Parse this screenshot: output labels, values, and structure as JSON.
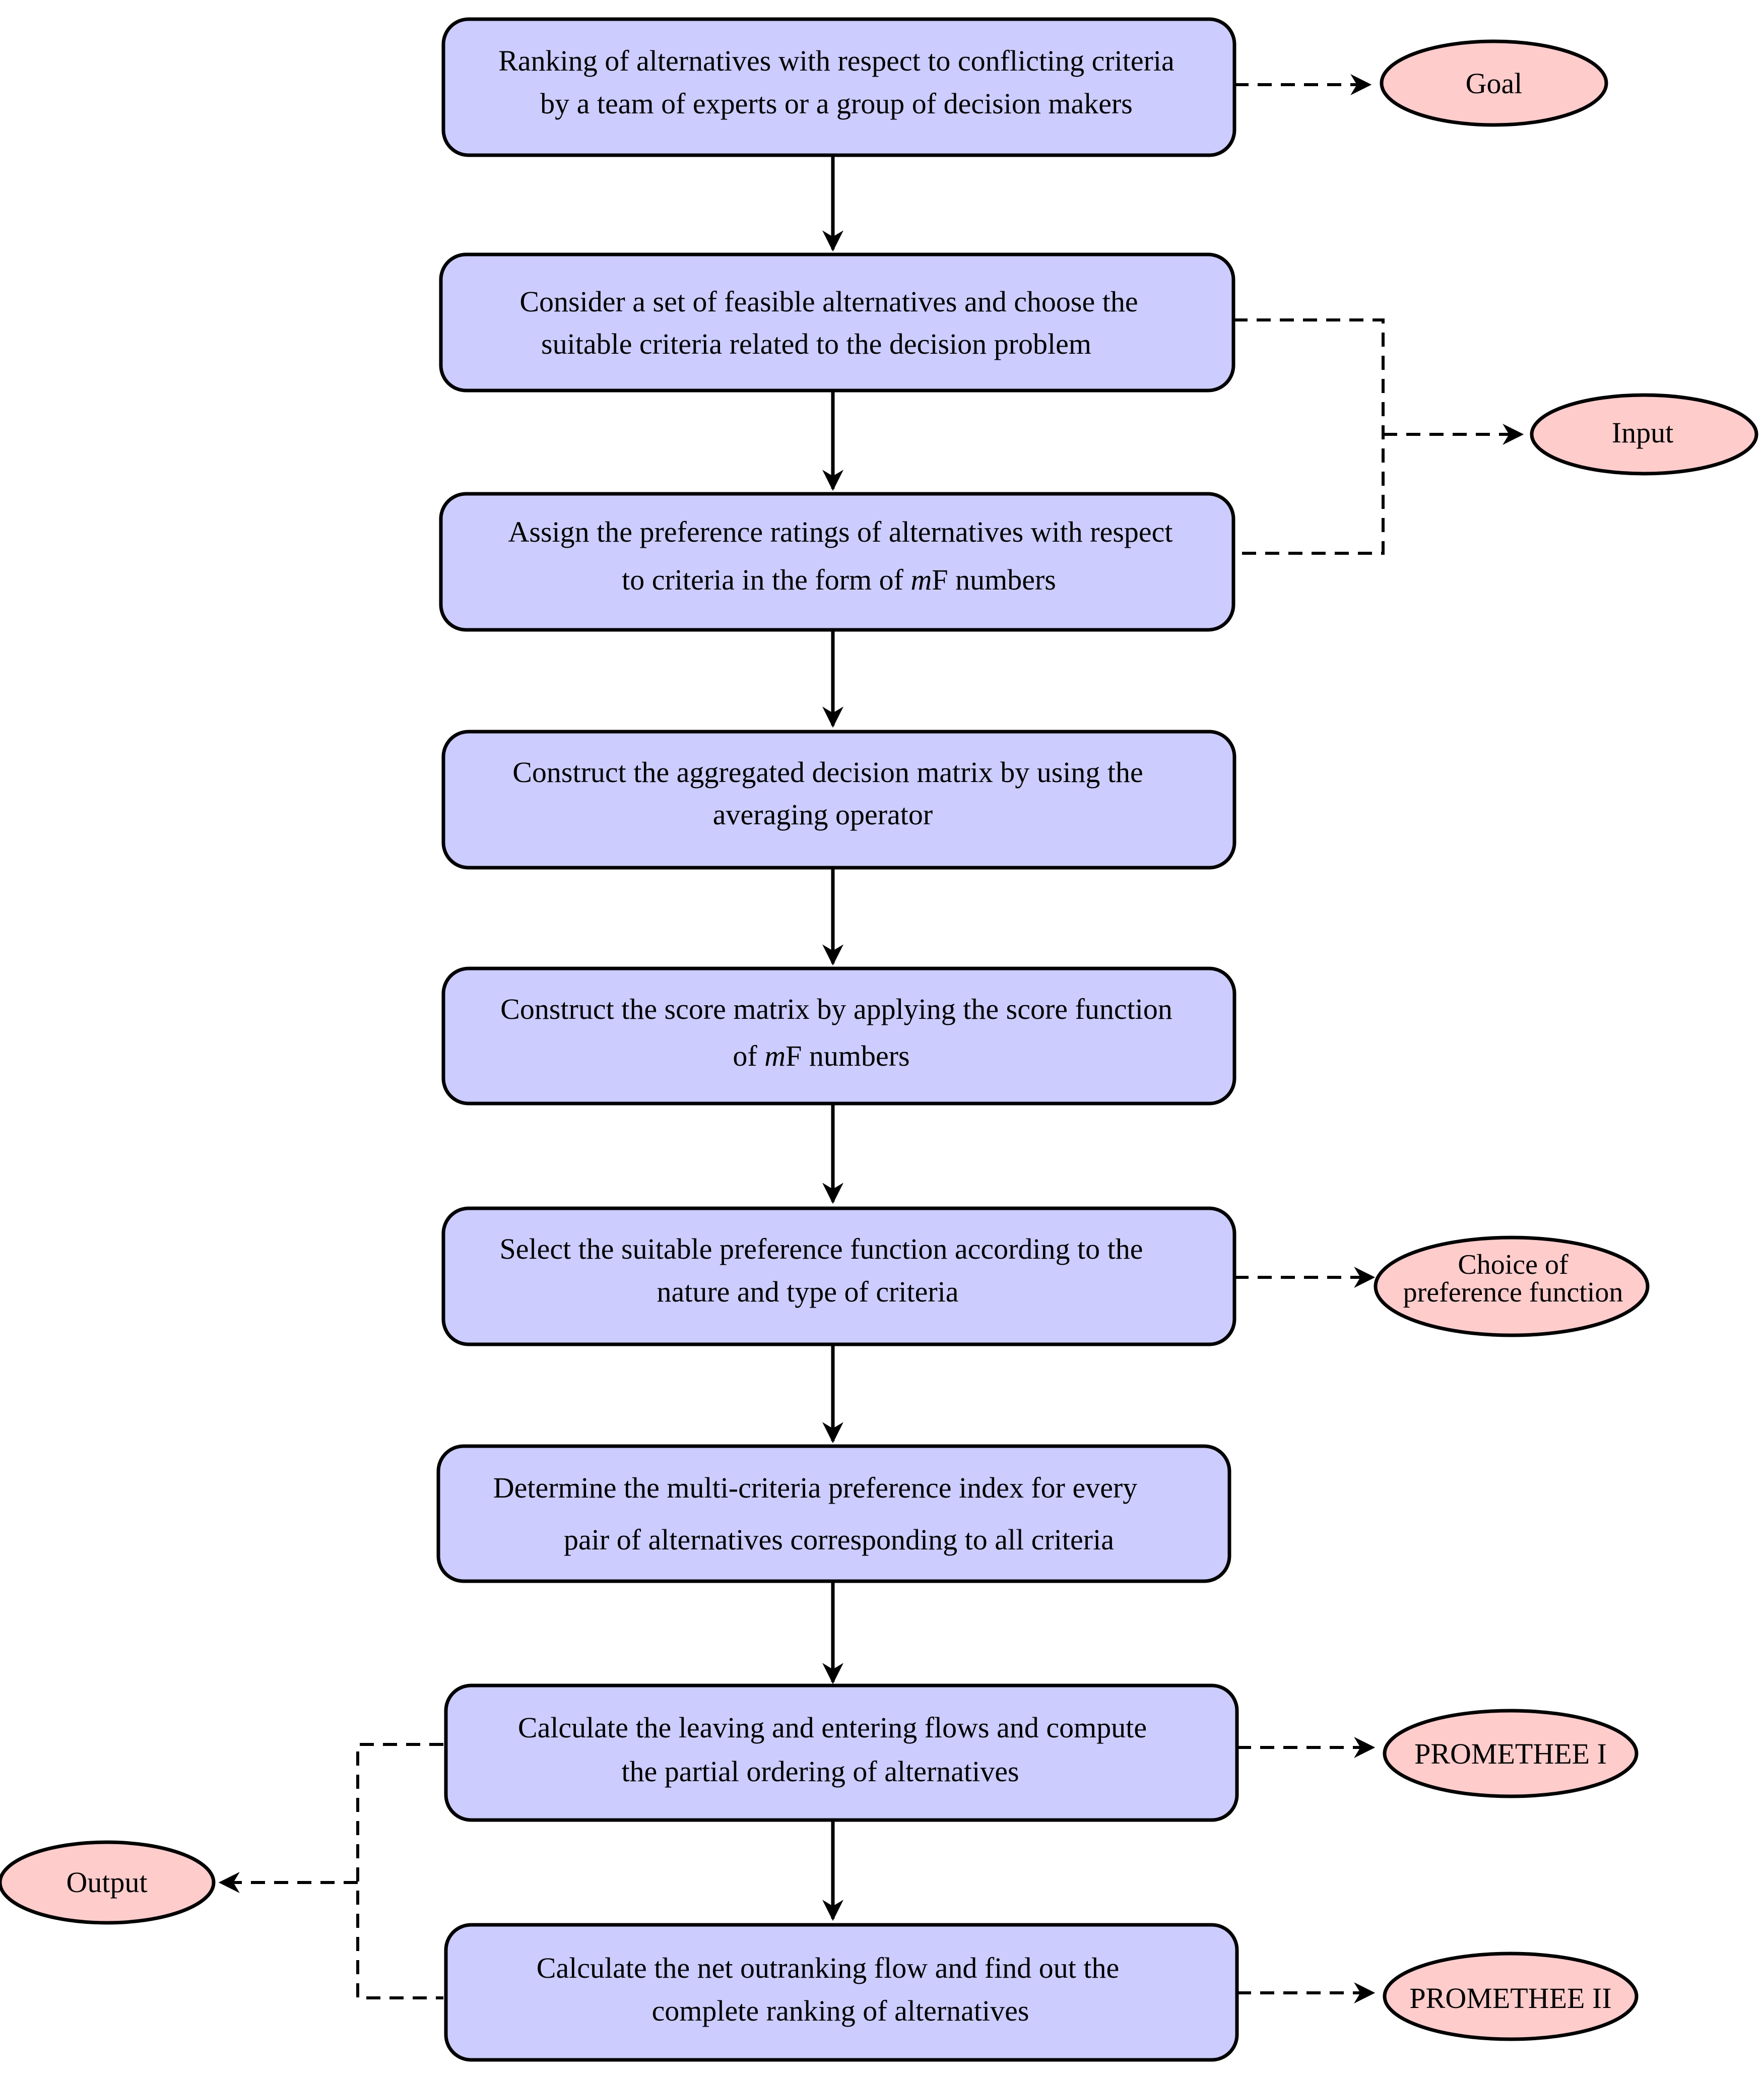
{
  "colors": {
    "step_fill": "#ccccff",
    "label_fill": "#ffcccc",
    "stroke": "#000000"
  },
  "steps": [
    {
      "line1": "Ranking of alternatives with respect to conflicting criteria",
      "line2": "by a team of experts or a group of decision makers"
    },
    {
      "line1": "Consider a set of feasible alternatives and choose the",
      "line2": "suitable criteria related to the decision problem"
    },
    {
      "line1": "Assign the preference ratings of alternatives with respect",
      "line2_pre": "to criteria in the form of ",
      "line2_math": "m",
      "line2_post": "F numbers"
    },
    {
      "line1": "Construct the aggregated decision matrix by using the",
      "line2": "averaging operator"
    },
    {
      "line1": "Construct the score matrix by applying the score function",
      "line2_pre": "of ",
      "line2_math": "m",
      "line2_post": "F numbers"
    },
    {
      "line1": "Select the suitable preference function according to the",
      "line2": "nature and type of criteria"
    },
    {
      "line1": "Determine the multi-criteria preference index for every",
      "line2": "pair of alternatives corresponding to all criteria"
    },
    {
      "line1": "Calculate the leaving and entering flows and compute",
      "line2": "the partial ordering of alternatives"
    },
    {
      "line1": "Calculate the net outranking flow and find out the",
      "line2": "complete ranking of alternatives"
    }
  ],
  "labels": {
    "goal": "Goal",
    "input": "Input",
    "choice_line1": "Choice of",
    "choice_line2": "preference function",
    "promethee1": "PROMETHEE I",
    "promethee2": "PROMETHEE II",
    "output": "Output"
  }
}
